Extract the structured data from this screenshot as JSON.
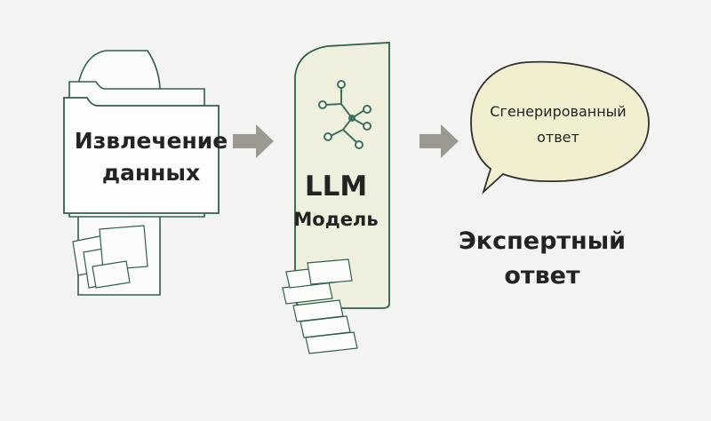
{
  "nodes": {
    "extraction": {
      "line1": "Извлечение",
      "line2": "данных"
    },
    "llm": {
      "title": "LLM",
      "subtitle": "Модель"
    },
    "bubble": {
      "line1": "Сгенерированный",
      "line2": "ответ"
    },
    "expert": {
      "line1": "Экспертный",
      "line2": "ответ"
    }
  },
  "colors": {
    "background": "#f3f3f1",
    "outline": "#2f5f4c",
    "panel_fill": "#fbfbf9",
    "llm_fill": "#eef0dd",
    "bubble_fill": "#f2eed0",
    "arrow": "#9c9991",
    "text": "#232323",
    "network": "#3f7060"
  },
  "icons": [
    "document-stack-icon",
    "network-icon",
    "arrow-right-icon",
    "speech-bubble-icon"
  ]
}
